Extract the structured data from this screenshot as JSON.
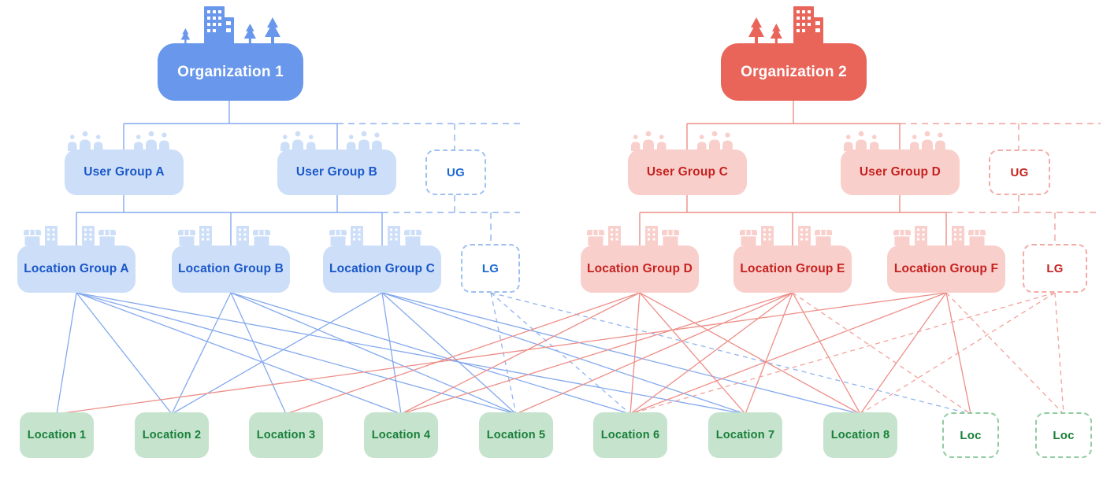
{
  "org1": {
    "label": "Organization 1"
  },
  "org2": {
    "label": "Organization 2"
  },
  "user_groups": {
    "a": "User Group A",
    "b": "User Group B",
    "c": "User Group C",
    "d": "User Group D",
    "placeholder_blue": "UG",
    "placeholder_red": "UG"
  },
  "location_groups": {
    "a": "Location Group A",
    "b": "Location Group B",
    "c": "Location Group C",
    "d": "Location Group D",
    "e": "Location Group E",
    "f": "Location Group F",
    "placeholder_blue": "LG",
    "placeholder_red": "LG"
  },
  "locations": {
    "l1": "Location 1",
    "l2": "Location 2",
    "l3": "Location 3",
    "l4": "Location 4",
    "l5": "Location 5",
    "l6": "Location 6",
    "l7": "Location 7",
    "l8": "Location 8",
    "placeholder1": "Loc",
    "placeholder2": "Loc"
  },
  "colors": {
    "org_blue": "#6897EC",
    "org_red": "#E9655A",
    "group_blue_bg": "#CDDFF8",
    "group_blue_text": "#1A57C8",
    "group_red_bg": "#F9CFCB",
    "group_red_text": "#C5221F",
    "location_bg": "#C6E3CE",
    "location_text": "#188038",
    "line_blue": "#84A9EE",
    "line_blue_dashed": "#90B4F1",
    "line_red": "#EE8E87",
    "line_red_dashed": "#F2A29B",
    "dashed_border_blue": "#9EC0F1",
    "dashed_border_red": "#F2ACA5",
    "dashed_border_green": "#8FCCA0"
  },
  "connections": {
    "blue_solid": [
      [
        "lgA",
        "loc1"
      ],
      [
        "lgA",
        "loc2"
      ],
      [
        "lgA",
        "loc4"
      ],
      [
        "lgA",
        "loc5"
      ],
      [
        "lgA",
        "loc7"
      ],
      [
        "lgB",
        "loc2"
      ],
      [
        "lgB",
        "loc3"
      ],
      [
        "lgB",
        "loc5"
      ],
      [
        "lgB",
        "loc6"
      ],
      [
        "lgC",
        "loc2"
      ],
      [
        "lgC",
        "loc4"
      ],
      [
        "lgC",
        "loc5"
      ],
      [
        "lgC",
        "loc7"
      ],
      [
        "lgC",
        "loc8"
      ]
    ],
    "blue_dashed": [
      [
        "lgPB",
        "loc5"
      ],
      [
        "lgPB",
        "loc6"
      ],
      [
        "lgPB",
        "locd1"
      ]
    ],
    "red_solid": [
      [
        "lgD",
        "loc3"
      ],
      [
        "lgD",
        "loc4"
      ],
      [
        "lgD",
        "loc6"
      ],
      [
        "lgD",
        "loc7"
      ],
      [
        "lgD",
        "loc8"
      ],
      [
        "lgE",
        "loc4"
      ],
      [
        "lgE",
        "loc5"
      ],
      [
        "lgE",
        "loc6"
      ],
      [
        "lgE",
        "loc7"
      ],
      [
        "lgE",
        "loc8"
      ],
      [
        "lgF",
        "loc1"
      ],
      [
        "lgF",
        "loc6"
      ],
      [
        "lgF",
        "loc8"
      ],
      [
        "lgF",
        "locd1"
      ]
    ],
    "red_dashed": [
      [
        "lgPR",
        "loc6"
      ],
      [
        "lgPR",
        "loc8"
      ],
      [
        "lgPR",
        "locd2"
      ],
      [
        "lgE",
        "locd1"
      ],
      [
        "lgF",
        "locd2"
      ]
    ]
  }
}
